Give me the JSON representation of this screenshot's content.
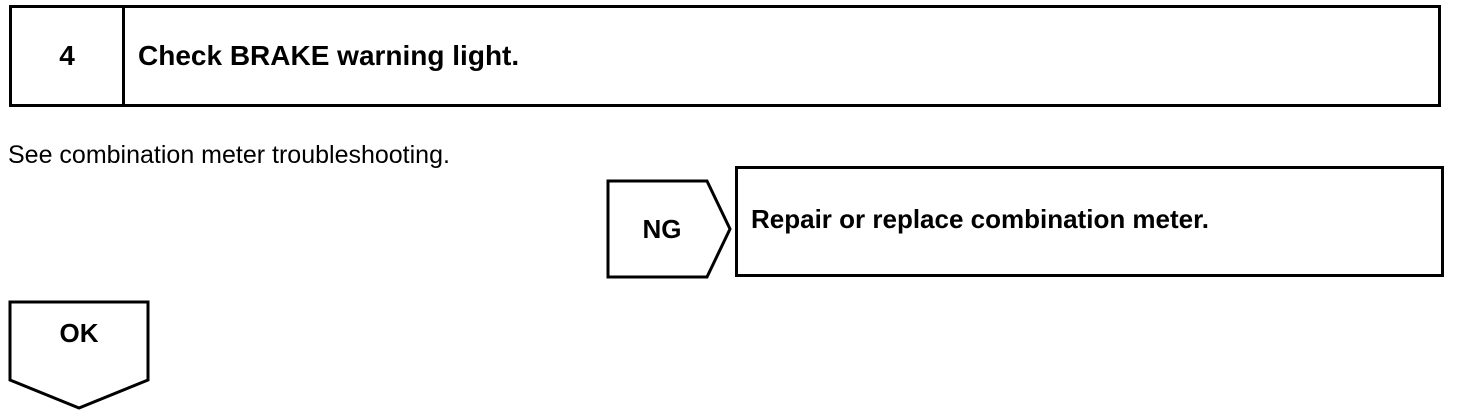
{
  "step": {
    "number": "4",
    "title": "Check BRAKE warning light."
  },
  "instruction": "See combination meter troubleshooting.",
  "ng_branch": {
    "label": "NG",
    "action": "Repair or replace combination meter."
  },
  "ok_branch": {
    "label": "OK"
  }
}
